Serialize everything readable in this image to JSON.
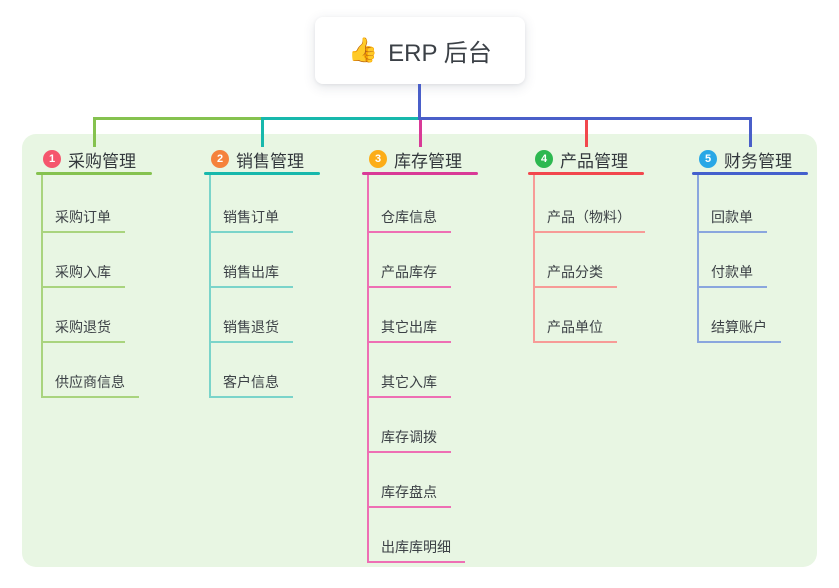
{
  "root": {
    "emoji": "👍",
    "title": "ERP 后台"
  },
  "connector_color": "#4a5fc9",
  "panel_color": "#e8f6e3",
  "branches": [
    {
      "num": "1",
      "label": "采购管理",
      "badge_color": "#f5566d",
      "line_color": "#85c24f",
      "child_line_color": "#a9d47e",
      "children": [
        "采购订单",
        "采购入库",
        "采购退货",
        "供应商信息"
      ]
    },
    {
      "num": "2",
      "label": "销售管理",
      "badge_color": "#f5823c",
      "line_color": "#17b8ac",
      "child_line_color": "#7ad4ca",
      "children": [
        "销售订单",
        "销售出库",
        "销售退货",
        "客户信息"
      ]
    },
    {
      "num": "3",
      "label": "库存管理",
      "badge_color": "#fcad17",
      "line_color": "#d93a97",
      "child_line_color": "#ee6fb4",
      "children": [
        "仓库信息",
        "产品库存",
        "其它出库",
        "其它入库",
        "库存调拨",
        "库存盘点",
        "出库库明细"
      ]
    },
    {
      "num": "4",
      "label": "产品管理",
      "badge_color": "#2db850",
      "line_color": "#f2474d",
      "child_line_color": "#f79b97",
      "children": [
        "产品（物料）",
        "产品分类",
        "产品单位"
      ]
    },
    {
      "num": "5",
      "label": "财务管理",
      "badge_color": "#29a7e6",
      "line_color": "#4460cd",
      "child_line_color": "#8aa6de",
      "children": [
        "回款单",
        "付款单",
        "结算账户"
      ]
    }
  ]
}
